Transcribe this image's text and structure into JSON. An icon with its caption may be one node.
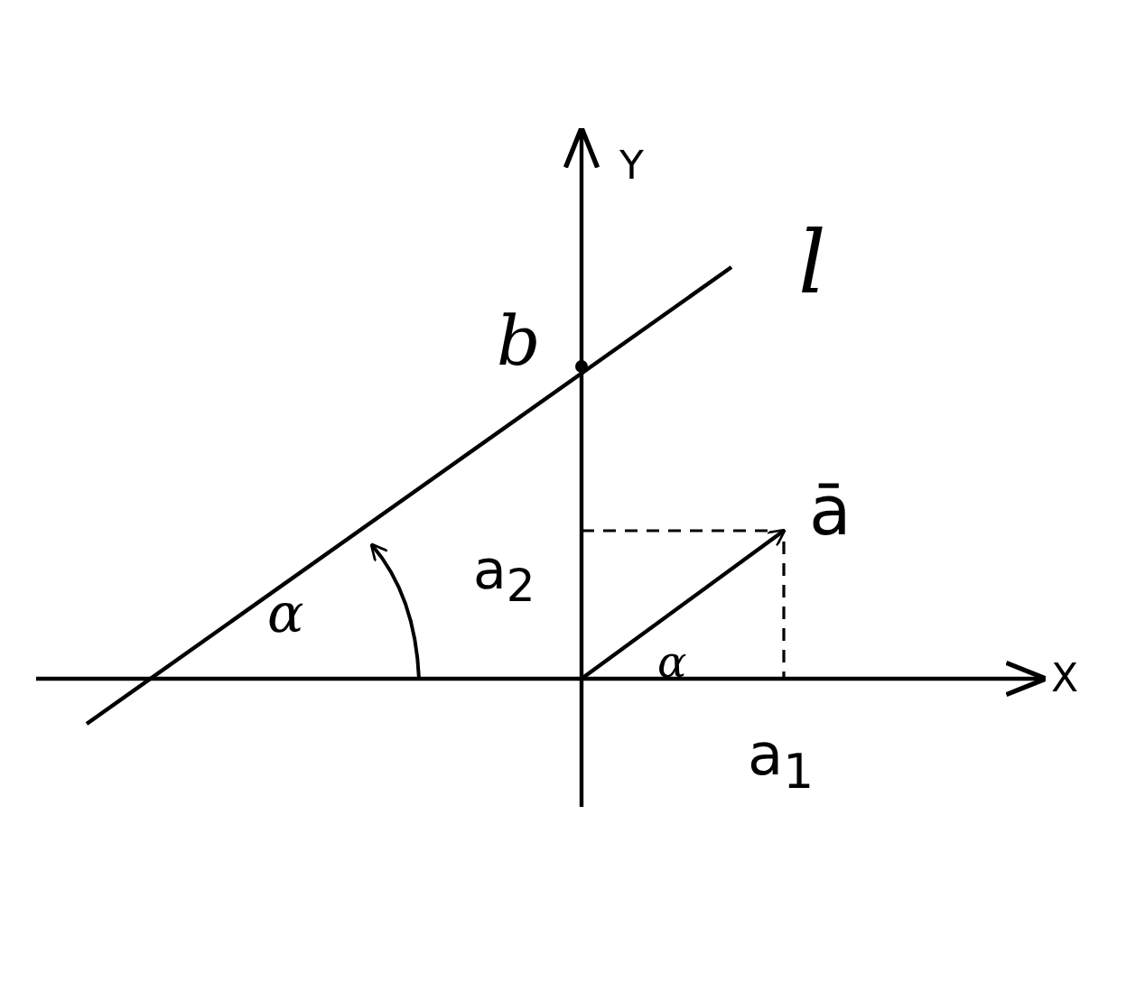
{
  "diagram": {
    "labels": [
      "Y",
      "l",
      "b",
      "ā",
      "a$_{2}$",
      "α",
      "α",
      "X",
      "a$_{1}$"
    ]
  }
}
